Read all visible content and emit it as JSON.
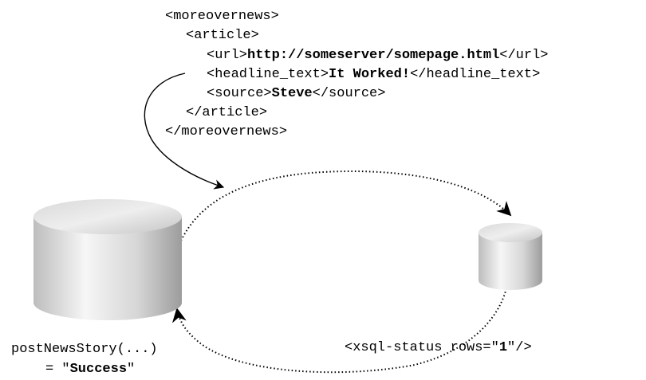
{
  "xml_snippet": {
    "line1": "<moreovernews>",
    "line2": "<article>",
    "line3_open": "<url>",
    "line3_value": "http://someserver/somepage.html",
    "line3_close": "</url>",
    "line4_open": "<headline_text>",
    "line4_value": "It Worked!",
    "line4_close": "</headline_text>",
    "line5_open": "<source>",
    "line5_value": "Steve",
    "line5_close": "</source>",
    "line6": "</article>",
    "line7": "</moreovernews>"
  },
  "status_label": {
    "prefix": "<xsql-status rows=\"",
    "value": "1",
    "suffix": "\"/>"
  },
  "function_label": {
    "call": "postNewsStory(...)",
    "prefix": "= \"",
    "value": "Success",
    "suffix": "\""
  },
  "colors": {
    "cylinder_light": "#f4f4f4",
    "cylinder_mid": "#cfcfcf",
    "cylinder_dark": "#9a9a9a",
    "stroke": "#000000"
  }
}
